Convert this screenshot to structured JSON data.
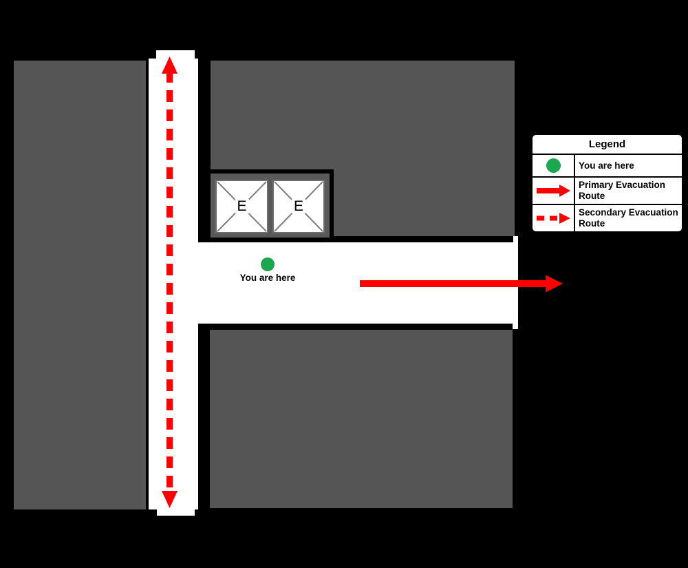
{
  "legend": {
    "title": "Legend",
    "items": [
      {
        "icon": "you-are-here-dot",
        "label": "You are here"
      },
      {
        "icon": "primary-route-arrow",
        "label": "Primary Evacuation Route"
      },
      {
        "icon": "secondary-route-arrow",
        "label": "Secondary Evacuation Route"
      }
    ]
  },
  "floor_plan": {
    "you_are_here_label": "You are here",
    "elevators": [
      "E",
      "E"
    ],
    "colors": {
      "background": "#000000",
      "room_fill": "#555555",
      "corridor_fill": "#FFFFFF",
      "route_red": "#FE0000",
      "marker_green": "#1CA64F"
    }
  }
}
